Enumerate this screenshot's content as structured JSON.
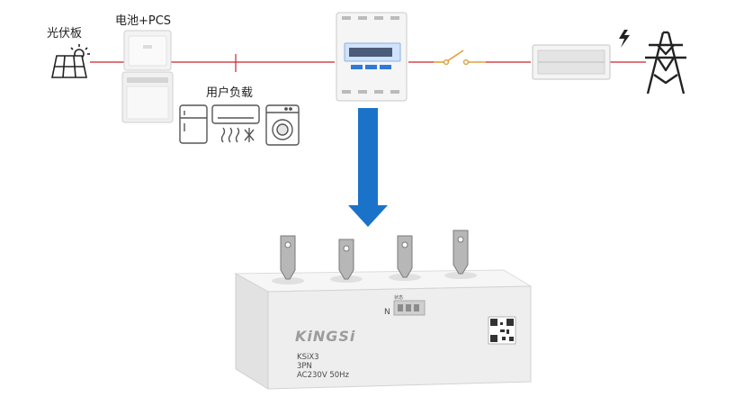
{
  "labels": {
    "pv": "光伏板",
    "battery_pcs": "电池+PCS",
    "user_load": "用户负载",
    "terminal_status": "状态",
    "terminal_n": "N"
  },
  "device": {
    "brand": "KiNGSi",
    "model": "KSiX3",
    "phase": "3PN",
    "rating": "AC230V 50Hz"
  },
  "colors": {
    "line": "#c8252c",
    "arrow": "#1a73c9",
    "icon": "#222222",
    "device_body": "#ededed"
  }
}
